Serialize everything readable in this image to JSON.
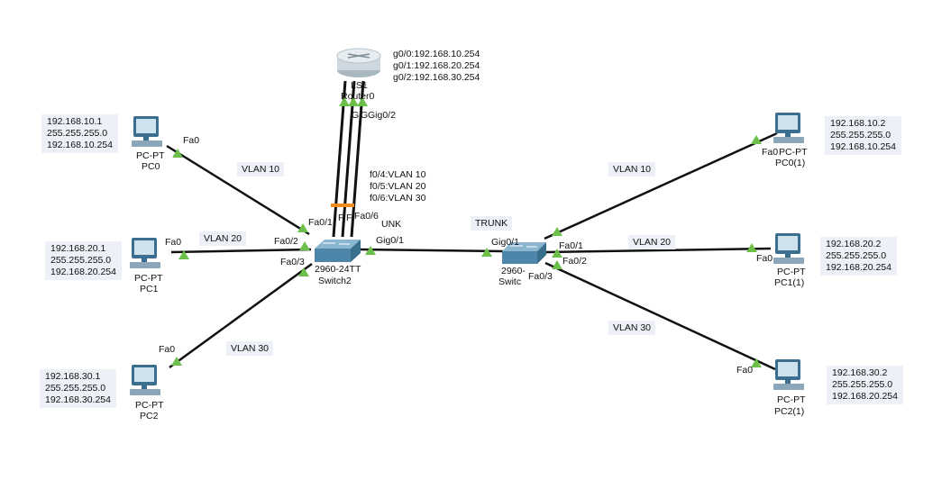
{
  "router": {
    "label_a": "LS1",
    "label_b": "Router0",
    "interfaces": [
      "g0/0:192.168.10.254",
      "g0/1:192.168.20.254",
      "g0/2:192.168.30.254"
    ],
    "port_labels": [
      "G",
      "G",
      "Gig0/2"
    ]
  },
  "switch2": {
    "model": "2960-24TT",
    "name": "Switch2",
    "router_port_map": [
      "f0/4:VLAN 10",
      "f0/5:VLAN 20",
      "f0/6:VLAN 30"
    ],
    "router_port_labels": [
      "F",
      "F",
      "Fa0/6"
    ],
    "trunk_label_fragment": "UNK",
    "ports": {
      "p1": "Fa0/1",
      "p2": "Fa0/2",
      "p3": "Fa0/3",
      "uplink": "Gig0/1"
    }
  },
  "switch_right": {
    "model": "2960-",
    "name": "Switc",
    "ports": {
      "p1": "Fa0/1",
      "p2": "Fa0/2",
      "p3": "Fa0/3",
      "uplink": "Gig0/1"
    }
  },
  "trunk_label": "TRUNK",
  "pcs": {
    "pc0": {
      "type": "PC-PT",
      "name": "PC0",
      "port": "Fa0",
      "vlan": "VLAN 10",
      "ip": [
        "192.168.10.1",
        "255.255.255.0",
        "192.168.10.254"
      ]
    },
    "pc1": {
      "type": "PC-PT",
      "name": "PC1",
      "port": "Fa0",
      "vlan": "VLAN 20",
      "ip": [
        "192.168.20.1",
        "255.255.255.0",
        "192.168.20.254"
      ]
    },
    "pc2": {
      "type": "PC-PT",
      "name": "PC2",
      "port": "Fa0",
      "vlan": "VLAN 30",
      "ip": [
        "192.168.30.1",
        "255.255.255.0",
        "192.168.30.254"
      ]
    },
    "pc0r": {
      "type": "PC-PT",
      "name": "PC0(1)",
      "port": "Fa0",
      "vlan": "VLAN 10",
      "ip": [
        "192.168.10.2",
        "255.255.255.0",
        "192.168.10.254"
      ]
    },
    "pc1r": {
      "type": "PC-PT",
      "name": "PC1(1)",
      "port": "Fa0",
      "vlan": "VLAN 20",
      "ip": [
        "192.168.20.2",
        "255.255.255.0",
        "192.168.20.254"
      ]
    },
    "pc2r": {
      "type": "PC-PT",
      "name": "PC2(1)",
      "port": "Fa0",
      "vlan": "VLAN 30",
      "ip": [
        "192.168.30.2",
        "255.255.255.0",
        "192.168.20.254"
      ]
    }
  },
  "colors": {
    "link": "#111111",
    "port_up": "#6cc04a",
    "port_amber": "#f08c1e",
    "label_bg": "#eef0f8",
    "device": "#5b8fb0"
  }
}
